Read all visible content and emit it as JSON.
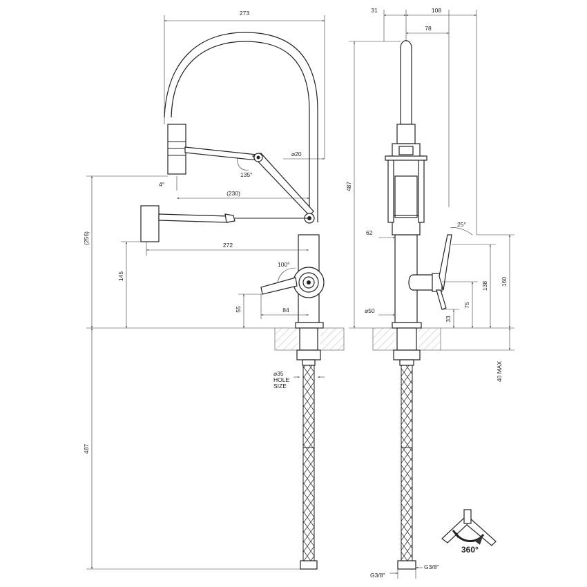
{
  "dimensions": {
    "width_273": "273",
    "top_31": "31",
    "top_108": "108",
    "top_78": "78",
    "diameter_20": "20",
    "angle_135": "135°",
    "angle_4": "4°",
    "reach_230": "(230)",
    "height_256": "(256)",
    "height_487_side": "487",
    "reach_272": "272",
    "angle_100": "100°",
    "height_145": "145",
    "height_55": "55",
    "width_84": "84",
    "width_62": "62",
    "angle_25": "25°",
    "height_160": "160",
    "height_138": "138",
    "height_75": "75",
    "height_33": "33",
    "diameter_50": "50",
    "diameter_35": "35",
    "hole_size_line1": "HOLE",
    "hole_size_line2": "SIZE",
    "max_40": "40 MAX",
    "hose_487": "487",
    "thread_left": "G3/8\"",
    "thread_right": "G3/8\"",
    "rotation": "360°"
  }
}
